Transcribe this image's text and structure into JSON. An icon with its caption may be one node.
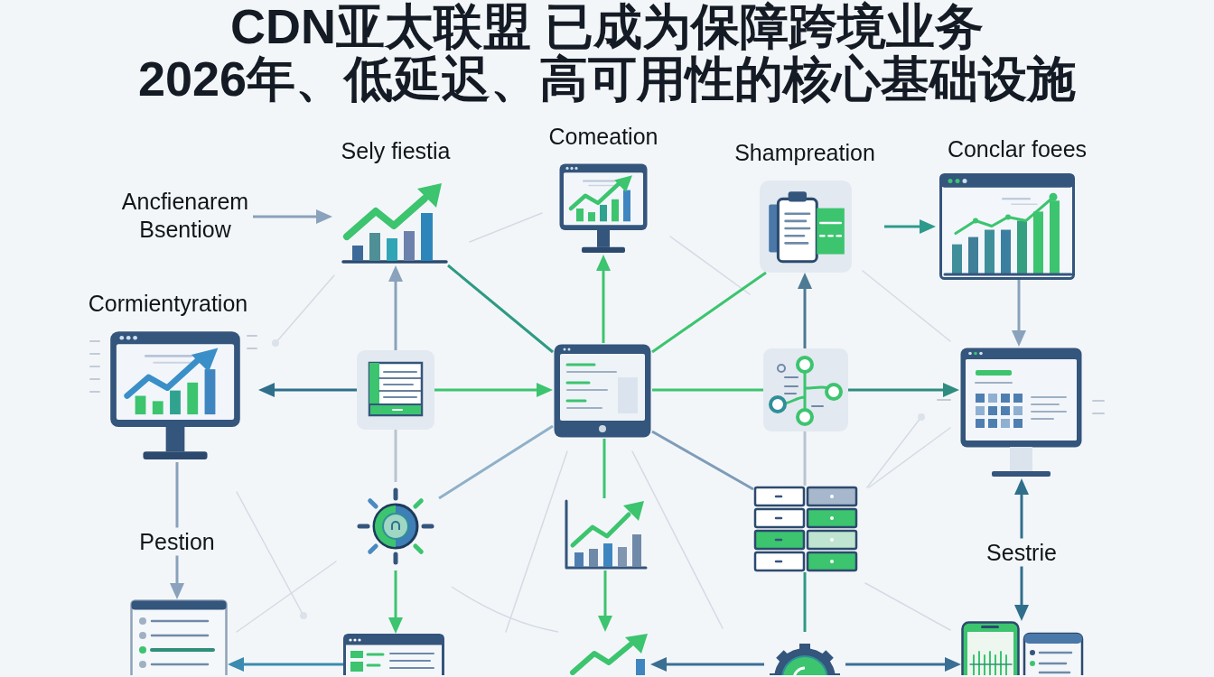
{
  "diagram": {
    "title": "CDN亚太联盟 已成为保障跨境业务 2026年、低延迟、高可用性的核心基础设施",
    "nodes": [
      {
        "text": [
          "Ancfienarem Bsentiow"
        ]
      },
      {
        "text": [
          "Sely fiestia"
        ]
      },
      {
        "text": [
          "Comeation"
        ]
      },
      {
        "text": [
          "Shampreation"
        ]
      },
      {
        "text": [
          "Conclar foees"
        ]
      },
      {
        "text": [
          "Cormientyration"
        ]
      },
      {
        "text": [],
        "shape": "picture"
      },
      {
        "text": [],
        "shape": "picture"
      },
      {
        "text": [],
        "shape": "picture"
      },
      {
        "text": [],
        "shape": "picture"
      },
      {
        "text": [],
        "shape": "picture"
      },
      {
        "text": [],
        "shape": "picture"
      },
      {
        "text": [],
        "shape": "picture"
      },
      {
        "text": [],
        "shape": "picture"
      },
      {
        "text": [],
        "shape": "picture"
      },
      {
        "text": [],
        "shape": "picture"
      },
      {
        "text": [],
        "shape": "picture"
      },
      {
        "text": [],
        "shape": "picture"
      }
    ],
    "edges": [
      {
        "from": 0,
        "to": 1,
        "arrow": "to",
        "color": "#8aa2bb"
      },
      {
        "from": 6,
        "to": 1,
        "arrow": "to",
        "color": "#8aa2bb"
      },
      {
        "from": 6,
        "to": 5,
        "arrow": "to",
        "color": "#2f6f8c"
      },
      {
        "from": 6,
        "to": 7,
        "arrow": "to"
      },
      {
        "from": 7,
        "to": 2,
        "arrow": "to"
      },
      {
        "from": 1,
        "to": 7,
        "arrow": "none",
        "color": "#2e9a84"
      },
      {
        "from": 7,
        "to": 3,
        "arrow": "none"
      },
      {
        "from": 7,
        "to": 8,
        "arrow": "none"
      },
      {
        "from": 8,
        "to": 3,
        "arrow": "to",
        "color": "#4d7a94"
      },
      {
        "from": 3,
        "to": 4,
        "arrow": "to",
        "color": "#2e9a8c"
      },
      {
        "from": 8,
        "to": 9,
        "arrow": "to",
        "color": "#2e8c80"
      },
      {
        "from": 4,
        "to": 9,
        "arrow": "to",
        "color": "#8aa2bb"
      },
      {
        "from": 5,
        "to": 13,
        "arrow": "to",
        "label": "Pestion",
        "color": "#8aa2bb"
      },
      {
        "from": 6,
        "to": 10,
        "arrow": "none",
        "color": "#b8c4d0"
      },
      {
        "from": 10,
        "to": 7,
        "arrow": "none",
        "color": "#8fb0c8"
      },
      {
        "from": 7,
        "to": 11,
        "arrow": "none"
      },
      {
        "from": 7,
        "to": 12,
        "arrow": "none",
        "color": "#7f9cb8"
      },
      {
        "from": 8,
        "to": 12,
        "arrow": "none",
        "color": "#b8c4d0"
      },
      {
        "from": 10,
        "to": 14,
        "arrow": "to"
      },
      {
        "from": 11,
        "to": 15,
        "arrow": "to"
      },
      {
        "from": 12,
        "to": 16,
        "arrow": "none",
        "color": "#2e9a84"
      },
      {
        "from": 9,
        "to": 17,
        "arrow": "both",
        "label": "Sestrie",
        "color": "#2f6f8c"
      },
      {
        "from": 14,
        "to": 13,
        "arrow": "to",
        "color": "#3a8bb0"
      },
      {
        "from": 16,
        "to": 15,
        "arrow": "to",
        "color": "#3a6f94"
      },
      {
        "from": 16,
        "to": 17,
        "arrow": "to",
        "color": "#3a6f94"
      }
    ]
  }
}
